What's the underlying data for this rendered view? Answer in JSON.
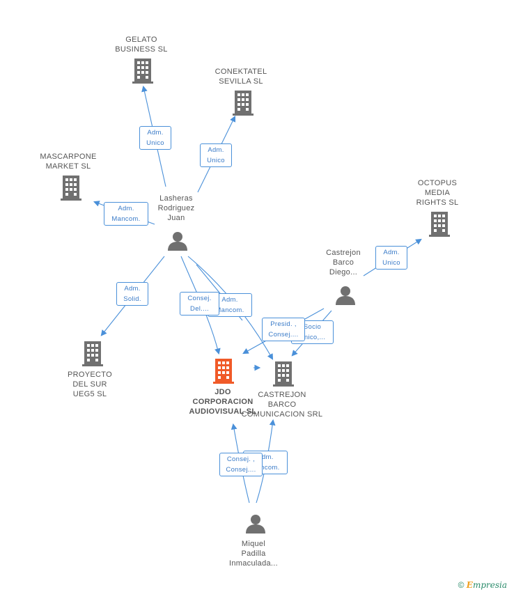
{
  "companies": [
    {
      "id": "gelato",
      "label": "GELATO\nBUSINESS SL"
    },
    {
      "id": "conektatel",
      "label": "CONEKTATEL\nSEVILLA SL"
    },
    {
      "id": "mascarpone",
      "label": "MASCARPONE\nMARKET  SL"
    },
    {
      "id": "octopus",
      "label": "OCTOPUS\nMEDIA\nRIGHTS SL"
    },
    {
      "id": "proyecto",
      "label": "PROYECTO\nDEL SUR\nUEG5 SL"
    },
    {
      "id": "jdo",
      "label": "JDO\nCORPORACION\nAUDIOVISUAL SL"
    },
    {
      "id": "castrejon_srl",
      "label": "CASTREJON\nBARCO\nCOMUNICACION SRL"
    }
  ],
  "persons": [
    {
      "id": "lasheras",
      "label": "Lasheras\nRodriguez\nJuan"
    },
    {
      "id": "castrejon_diego",
      "label": "Castrejon\nBarco\nDiego..."
    },
    {
      "id": "miquel",
      "label": "Miquel\nPadilla\nInmaculada..."
    }
  ],
  "relations": [
    {
      "id": "r_gelato",
      "label": "Adm.\nUnico"
    },
    {
      "id": "r_conektatel",
      "label": "Adm.\nUnico"
    },
    {
      "id": "r_mascarpone",
      "label": "Adm.\nMancom."
    },
    {
      "id": "r_octopus",
      "label": "Adm.\nUnico"
    },
    {
      "id": "r_proyecto",
      "label": "Adm.\nSolid."
    },
    {
      "id": "r_lash_jdo",
      "label": "Consej.\nDel...."
    },
    {
      "id": "r_lash_srl",
      "label": "Adm.\nMancom."
    },
    {
      "id": "r_diego_socio",
      "label": "Socio\nUnico,..."
    },
    {
      "id": "r_diego_presid",
      "label": "Presid. ,\nConsej...."
    },
    {
      "id": "r_miquel_srl",
      "label": "Adm.\nMancom."
    },
    {
      "id": "r_miquel_jdo",
      "label": "Consej. ,\nConsej...."
    }
  ],
  "colors": {
    "edge": "#4a90d9",
    "building": "#707070",
    "building_main": "#f05a28",
    "person": "#707070"
  },
  "icons": {
    "company": "building-icon",
    "person": "person-icon"
  },
  "footer": {
    "copyright": "©",
    "brand_initial": "E",
    "brand_rest": "mpresia"
  }
}
